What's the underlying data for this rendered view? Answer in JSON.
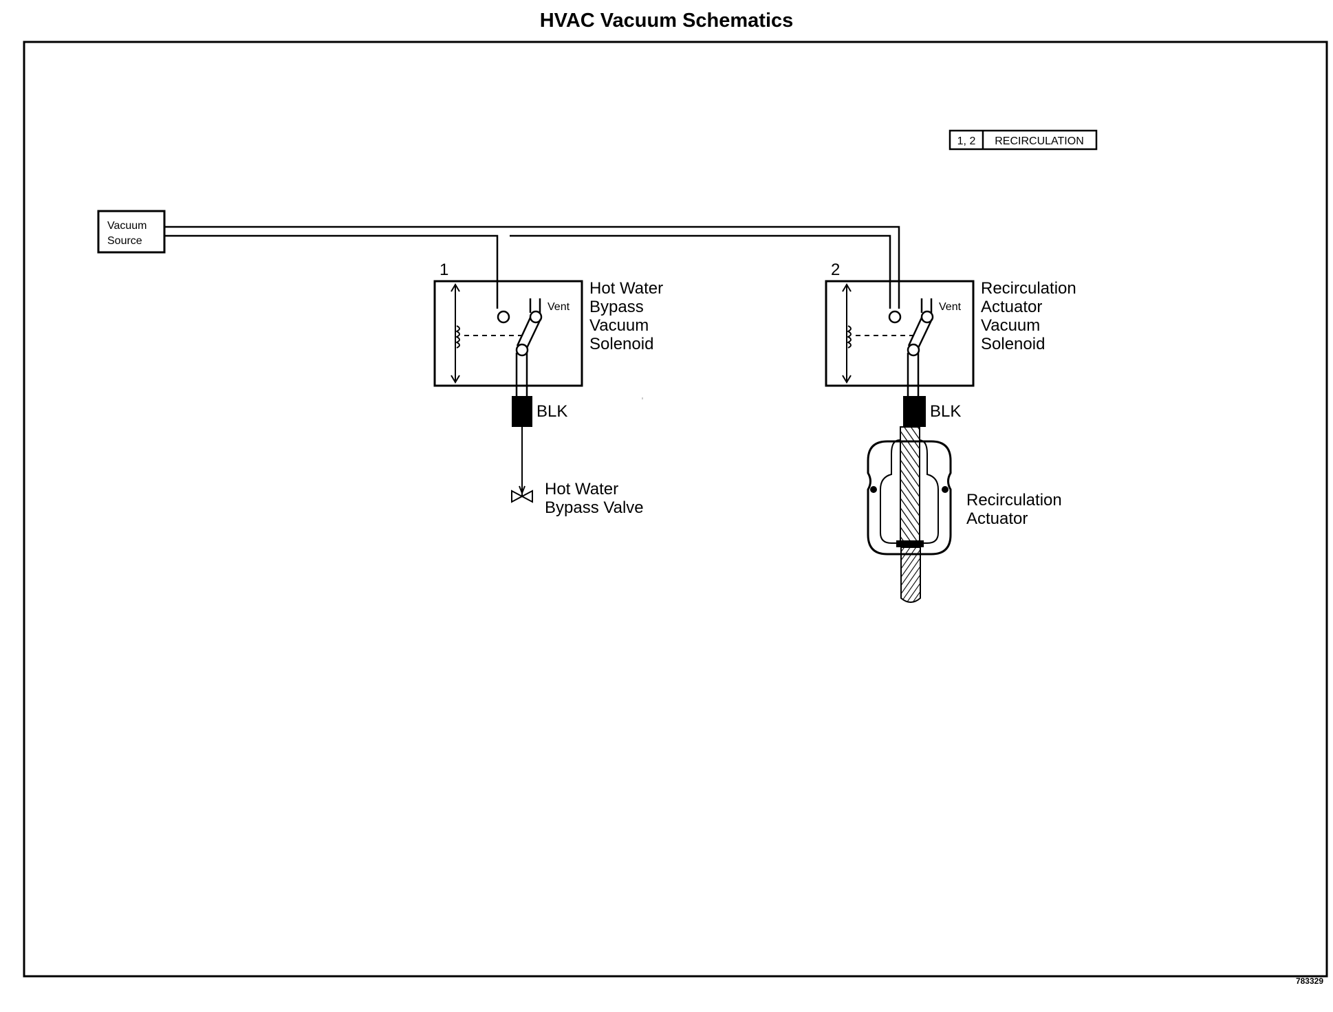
{
  "title": "HVAC Vacuum Schematics",
  "legend": {
    "circuits": "1, 2",
    "label": "RECIRCULATION"
  },
  "vacuum_source": {
    "line1": "Vacuum",
    "line2": "Source"
  },
  "solenoid_1": {
    "number": "1",
    "vent": "Vent",
    "label_lines": [
      "Hot Water",
      "Bypass",
      "Vacuum",
      "Solenoid"
    ],
    "connector": "BLK"
  },
  "solenoid_2": {
    "number": "2",
    "vent": "Vent",
    "label_lines": [
      "Recirculation",
      "Actuator",
      "Vacuum",
      "Solenoid"
    ],
    "connector": "BLK"
  },
  "valve": {
    "label_lines": [
      "Hot Water",
      "Bypass Valve"
    ]
  },
  "actuator": {
    "label_lines": [
      "Recirculation",
      "Actuator"
    ]
  },
  "doc_number": "783329",
  "colors": {
    "line": "#000000",
    "background": "#ffffff"
  }
}
